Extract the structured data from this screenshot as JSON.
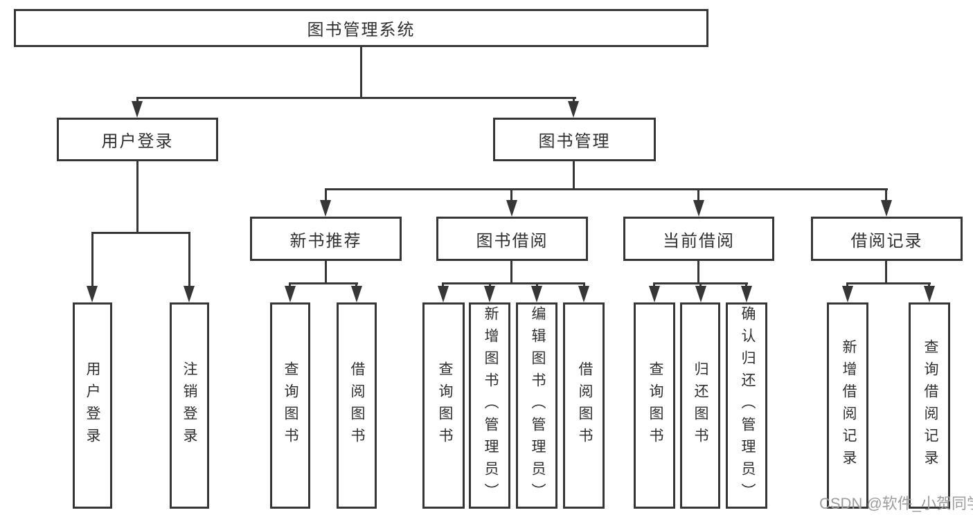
{
  "diagram": {
    "title": "图书管理系统",
    "level2": {
      "user_login": "用户登录",
      "book_mgmt": "图书管理"
    },
    "level3": {
      "new_books": "新书推荐",
      "book_borrow": "图书借阅",
      "current_borrow": "当前借阅",
      "borrow_records": "借阅记录"
    },
    "leaves": {
      "user_login": [
        "用户登录",
        "注销登录"
      ],
      "new_books": [
        "查询图书",
        "借阅图书"
      ],
      "book_borrow": [
        "查询图书",
        "新增图书（管理员）",
        "编辑图书（管理员）",
        "借阅图书"
      ],
      "current_borrow": [
        "查询图书",
        "归还图书",
        "确认归还（管理员）"
      ],
      "borrow_records": [
        "新增借阅记录",
        "查询借阅记录"
      ]
    }
  },
  "watermark": {
    "text": "CSDN @软件_小贺同学",
    "color": "#9c9c9c"
  },
  "colors": {
    "line": "#363636",
    "text": "#2f2f2f",
    "background": "#ffffff"
  }
}
